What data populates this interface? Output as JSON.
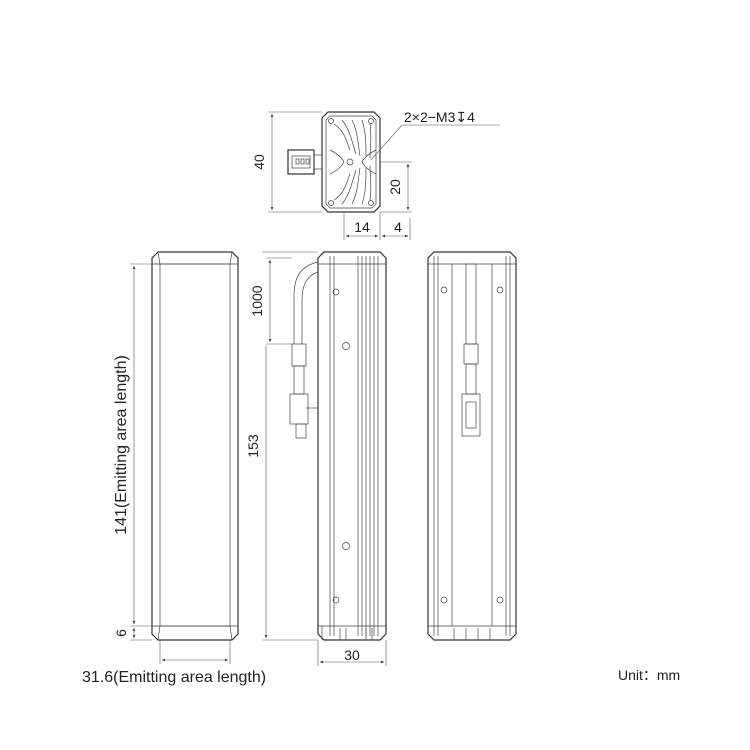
{
  "dimensions": {
    "height_top": "40",
    "thread_spec": "2×2−M3↧4",
    "offset_20": "20",
    "width_14": "14",
    "width_4": "4",
    "cable_length": "1000",
    "total_length": "153",
    "emitting_length": "141(Emitting area length)",
    "edge_6": "6",
    "width_30": "30"
  },
  "labels": {
    "emitting_width": "31.6(Emitting area length)",
    "unit": "Unit：mm"
  },
  "colors": {
    "line": "#333333",
    "background": "#ffffff"
  }
}
